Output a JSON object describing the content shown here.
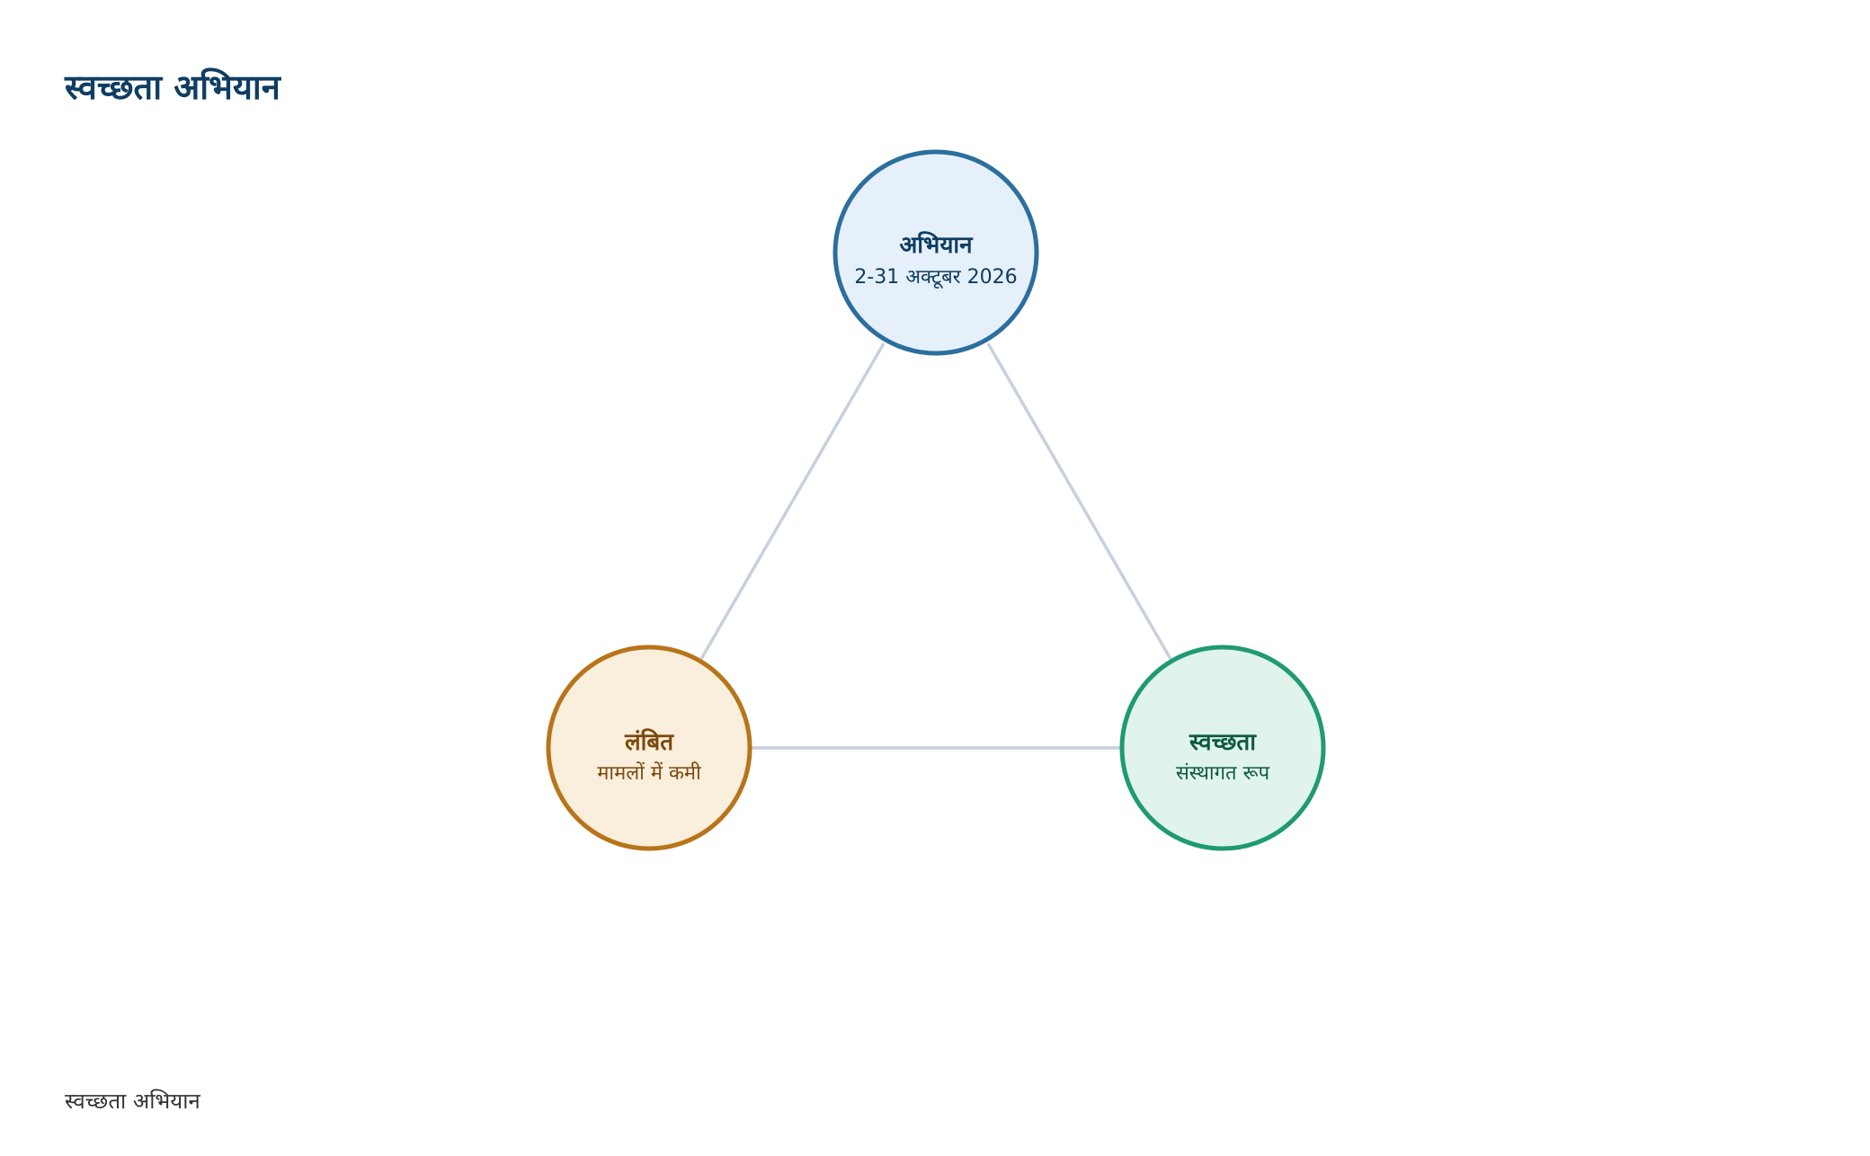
{
  "page": {
    "title": "स्वच्छता अभियान",
    "footer": "स्वच्छता अभियान"
  },
  "nodes": [
    {
      "id": "campaign",
      "title": "अभियान",
      "subtitle": "2-31 अक्टूबर 2026",
      "stroke": "#2c6e9e",
      "fill": "#e6f0fa",
      "text_color": "#0f3d62"
    },
    {
      "id": "pending",
      "title": "लंबित",
      "subtitle": "मामलों में कमी",
      "stroke": "#b8741a",
      "fill": "#faeedc",
      "text_color": "#7a4a0c"
    },
    {
      "id": "cleanliness",
      "title": "स्वच्छता",
      "subtitle": "संस्थागत रूप",
      "stroke": "#1f9a72",
      "fill": "#e0f4ec",
      "text_color": "#0d5a40"
    }
  ],
  "edges": [
    {
      "from": "campaign",
      "to": "pending"
    },
    {
      "from": "campaign",
      "to": "cleanliness"
    },
    {
      "from": "pending",
      "to": "cleanliness"
    }
  ],
  "colors": {
    "edge": "#c8d0dc",
    "title": "#0f3d62"
  }
}
